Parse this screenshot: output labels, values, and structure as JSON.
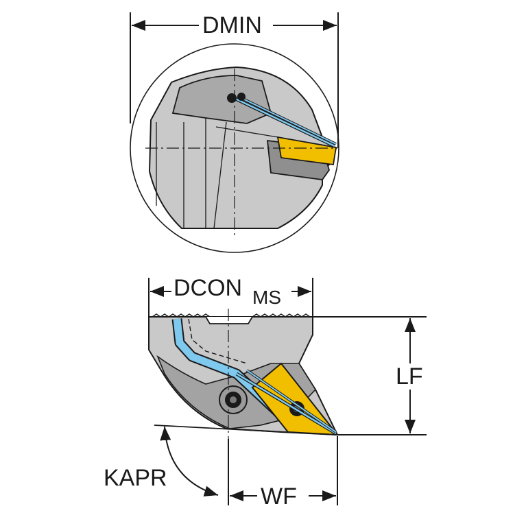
{
  "labels": {
    "dmin": "DMIN",
    "dcon": "DCON",
    "dcon_sub": "MS",
    "lf": "LF",
    "kapr": "KAPR",
    "wf": "WF"
  },
  "colors": {
    "body_gray": "#c9c9c9",
    "body_dark": "#8f8f8f",
    "insert_yellow": "#f2bf00",
    "coolant_blue": "#7fc8ee",
    "line": "#1a1a1a"
  }
}
